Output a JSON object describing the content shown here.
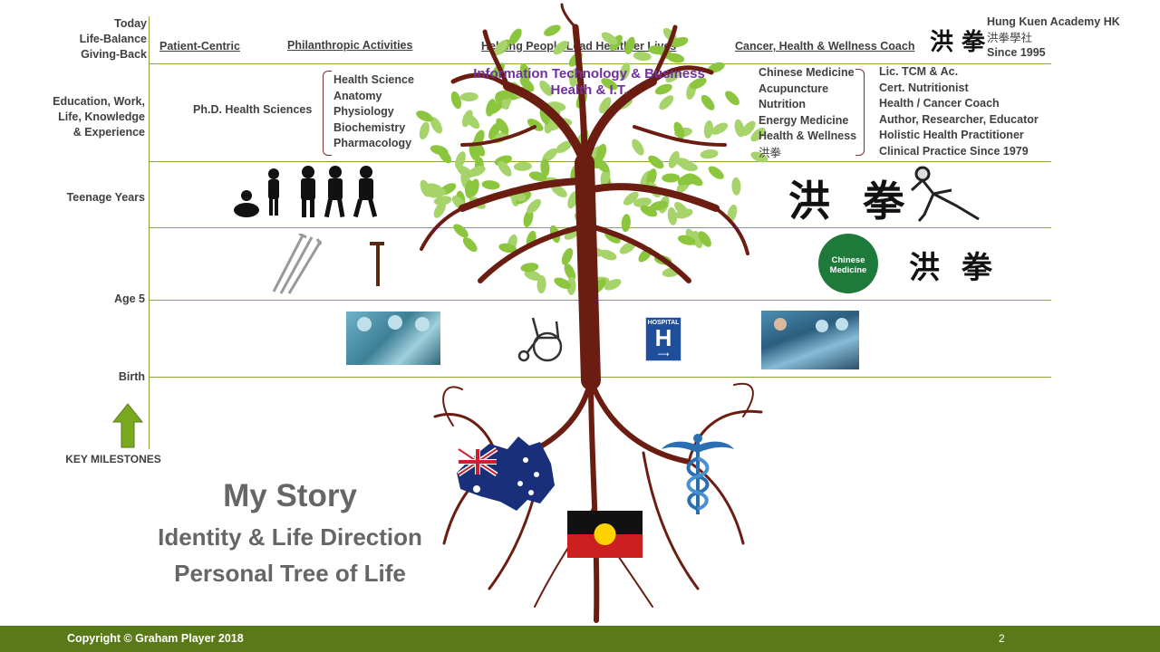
{
  "left_labels": {
    "today": [
      "Today",
      "Life-Balance",
      "Giving-Back"
    ],
    "education": [
      "Education, Work,",
      "Life, Knowledge",
      "& Experience"
    ],
    "teenage": "Teenage Years",
    "age5": "Age 5",
    "birth": "Birth",
    "key": "KEY MILESTONES"
  },
  "headers": {
    "patient": "Patient-Centric",
    "philanthropic": "Philanthropic Activities",
    "helping": "Helping People Lead Healthier Lives",
    "cancer": "Cancer, Health & Wellness Coach"
  },
  "hung_kuen": [
    "Hung Kuen Academy HK",
    "洪拳學社",
    "Since 1995"
  ],
  "it_business": [
    "Information Technology & Business",
    "Health & I.T."
  ],
  "phd": "Ph.D. Health Sciences",
  "phd_subjects": [
    "Health Science",
    "Anatomy",
    "Physiology",
    "Biochemistry",
    "Pharmacology"
  ],
  "medicine_list": [
    "Chinese Medicine",
    "Acupuncture",
    "Nutrition",
    "Energy Medicine",
    "Health & Wellness",
    "洪拳"
  ],
  "credentials": [
    "Lic. TCM & Ac.",
    "Cert. Nutritionist",
    "Health / Cancer Coach",
    "Author, Researcher, Educator",
    "Holistic Health Practitioner",
    "Clinical Practice Since 1979"
  ],
  "hung_kuen_glyphs": "洪 拳",
  "badge": [
    "Chinese",
    "Medicine"
  ],
  "hospital_sign": "HOSPITAL",
  "hospital_letter": "H",
  "story": {
    "title": "My Story",
    "line1": "Identity & Life Direction",
    "line2": "Personal Tree of Life"
  },
  "footer": {
    "copyright": "Copyright © Graham Player 2018",
    "page": "2"
  },
  "colors": {
    "guide_line": "#8aa53a",
    "purple_text": "#7030a0",
    "footer_bg": "#5a7a1a",
    "trunk": "#6b1d12",
    "leaf": "#8cc63f"
  }
}
